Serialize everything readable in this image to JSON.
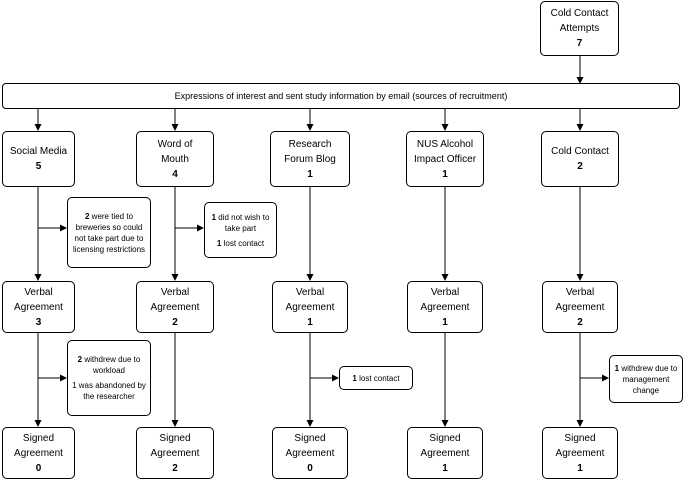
{
  "cold_contact_attempts": {
    "line1": "Cold Contact",
    "line2": "Attempts",
    "count": "7"
  },
  "banner": "Expressions of interest and sent study information by email (sources of recruitment)",
  "sources": [
    {
      "line1": "Social Media",
      "line2": "",
      "count": "5"
    },
    {
      "line1": "Word of",
      "line2": "Mouth",
      "count": "4"
    },
    {
      "line1": "Research",
      "line2": "Forum Blog",
      "count": "1"
    },
    {
      "line1": "NUS Alcohol",
      "line2": "Impact Officer",
      "count": "1"
    },
    {
      "line1": "Cold Contact",
      "line2": "",
      "count": "2"
    }
  ],
  "verbal": [
    {
      "line1": "Verbal",
      "line2": "Agreement",
      "count": "3"
    },
    {
      "line1": "Verbal",
      "line2": "Agreement",
      "count": "2"
    },
    {
      "line1": "Verbal",
      "line2": "Agreement",
      "count": "1"
    },
    {
      "line1": "Verbal",
      "line2": "Agreement",
      "count": "1"
    },
    {
      "line1": "Verbal",
      "line2": "Agreement",
      "count": "2"
    }
  ],
  "signed": [
    {
      "line1": "Signed",
      "line2": "Agreement",
      "count": "0"
    },
    {
      "line1": "Signed",
      "line2": "Agreement",
      "count": "2"
    },
    {
      "line1": "Signed",
      "line2": "Agreement",
      "count": "0"
    },
    {
      "line1": "Signed",
      "line2": "Agreement",
      "count": "1"
    },
    {
      "line1": "Signed",
      "line2": "Agreement",
      "count": "1"
    }
  ],
  "notes": {
    "breweries": {
      "num": "2",
      "text": " were tied to breweries  so could not take part  due to licensing restrictions"
    },
    "word_of_mouth": [
      {
        "num": "1",
        "text": " did not wish to take part"
      },
      {
        "num": "1",
        "text": " lost contact"
      }
    ],
    "social_withdrew": [
      {
        "num": "2",
        "text": " withdrew  due to workload"
      },
      {
        "num": "",
        "text": "1 was abandoned by the researcher"
      }
    ],
    "blog_lost": {
      "num": "1",
      "text": " lost contact"
    },
    "cold_withdrew": {
      "num": "1",
      "text": " withdrew due to management change"
    }
  }
}
